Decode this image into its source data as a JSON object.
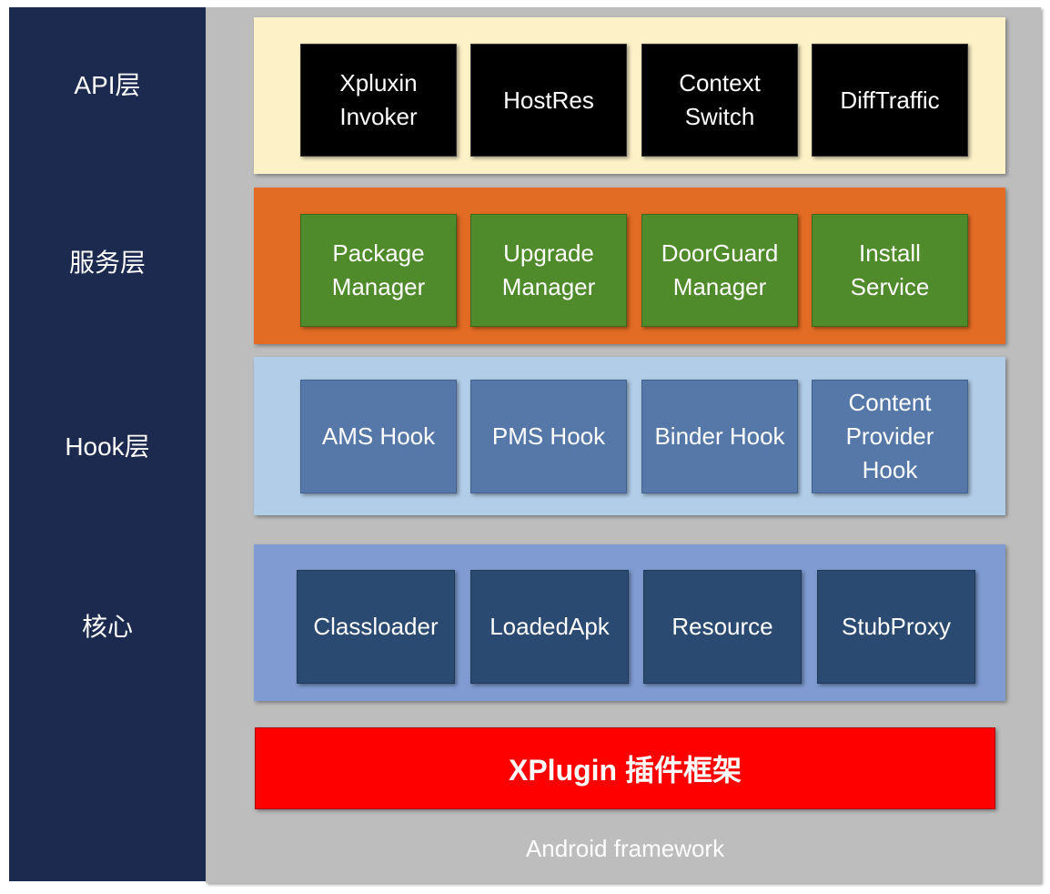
{
  "layers": {
    "api": "API层",
    "service": "服务层",
    "hook": "Hook层",
    "core": "核心"
  },
  "api_boxes": [
    "Xpluxin\nInvoker",
    "HostRes",
    "Context\nSwitch",
    "DiffTraffic"
  ],
  "service_boxes": [
    "Package\nManager",
    "Upgrade\nManager",
    "DoorGuard\nManager",
    "Install\nService"
  ],
  "hook_boxes": [
    "AMS Hook",
    "PMS Hook",
    "Binder Hook",
    "Content\nProvider\nHook"
  ],
  "core_boxes": [
    "Classloader",
    "LoadedApk",
    "Resource",
    "StubProxy"
  ],
  "framework_label": "XPlugin 插件框架",
  "android_label": "Android framework",
  "colors": {
    "sidebar": "#1b2a4e",
    "api_band": "#fdf1c8",
    "service_band": "#e36c24",
    "hook_band": "#b2cde8",
    "core_band": "#7f9bd1",
    "framework": "#ff0000"
  }
}
